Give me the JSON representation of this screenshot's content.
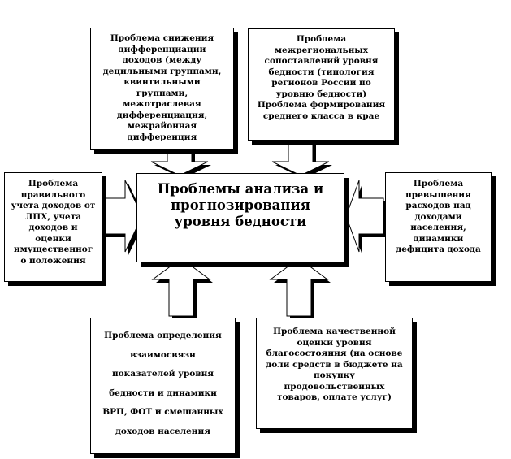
{
  "diagram": {
    "center": {
      "text": "Проблемы анализа и\nпрогнозирования\nуровня бедности"
    },
    "top_left": {
      "text": "Проблема снижения\nдифференциации\nдоходов (между\nдецильными группами,\nквинтильными\nгруппами,\nмежотраслевая\nдифференциация,\nмежрайонная\nдифференция"
    },
    "top_right": {
      "text": "Проблема\nмежрегиональных\nсопоставлений уровня\nбедности (типология\nрегионов России по\nуровню бедности)\nПроблема формирования\nсреднего класса в крае"
    },
    "left": {
      "text": "Проблема\nправильного\nучета доходов от\nЛПХ, учета\nдоходов и\nоценки\nимущественног\nо положения"
    },
    "right": {
      "text": "Проблема\nпревышения\nрасходов над\nдоходами\nнаселения,\nдинамики\nдефицита дохода"
    },
    "bottom_left": {
      "text": "Проблема определения\nвзаимосвязи\nпоказателей уровня\nбедности и динамики\nВРП,  ФОТ и смешанных\nдоходов  населения"
    },
    "bottom_right": {
      "text": "Проблема качественной\nоценки уровня\nблагосостояния (на основе\nдоли средств в бюджете на\nпокупку\nпродовольственных\nтоваров, оплате услуг)"
    }
  }
}
